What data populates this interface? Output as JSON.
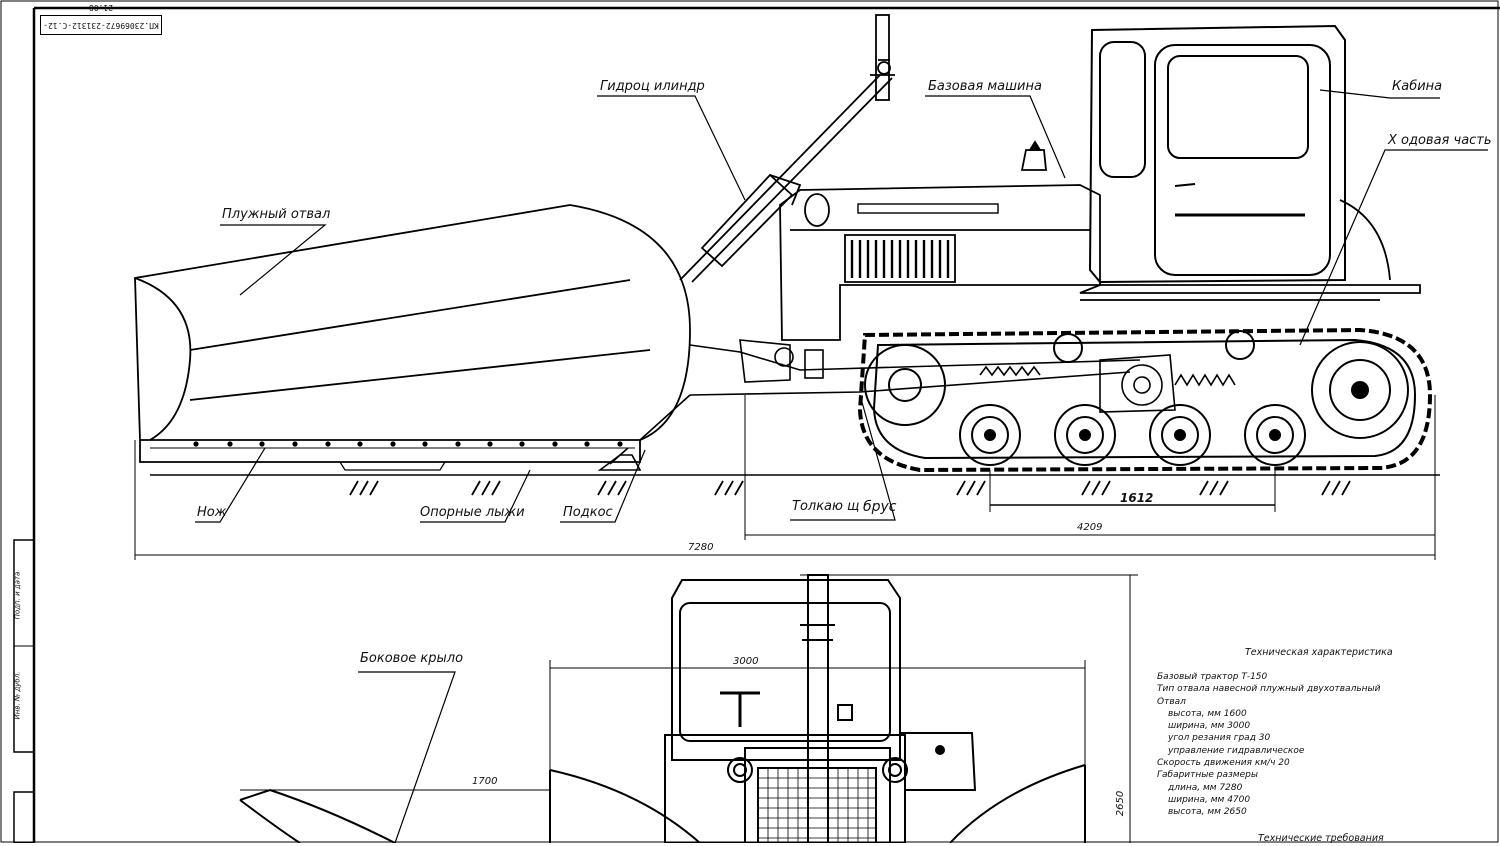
{
  "doc_code": "КП.23069672-231312-С.12-21.08",
  "callouts": {
    "hydrocylinder": "Гидроц илиндр",
    "base_machine": "Базовая машина",
    "cabin": "Кабина",
    "running_gear": "Х одовая часть",
    "plow_blade": "Плужный отвал",
    "knife": "Нож",
    "support_skis": "Опорные лыжи",
    "brace": "Подкос",
    "push_beam_a": "Толкаю щ",
    "push_beam_b": "брус",
    "side_wing": "Боковое крыло"
  },
  "dimensions": {
    "overall_length": "7280",
    "machine_length": "4209",
    "track_base": "1612",
    "width_front": "3000",
    "wing_offset": "1700",
    "height": "2650"
  },
  "specs": {
    "title": "Техническая характеристика",
    "lines": [
      {
        "text": "Базовый трактор   Т-150",
        "indent": false
      },
      {
        "text": "Тип отвала   навесной плужный двухотвальный",
        "indent": false
      },
      {
        "text": "Отвал",
        "indent": false
      },
      {
        "text": "высота, мм   1600",
        "indent": true
      },
      {
        "text": "ширина, мм   3000",
        "indent": true
      },
      {
        "text": "угол резания  град   30",
        "indent": true
      },
      {
        "text": "управление   гидравлическое",
        "indent": true
      },
      {
        "text": "Скорость движения  км/ч   20",
        "indent": false
      },
      {
        "text": "Габаритные размеры",
        "indent": false
      },
      {
        "text": "длина, мм   7280",
        "indent": true
      },
      {
        "text": "ширина, мм   4700",
        "indent": true
      },
      {
        "text": "высота, мм   2650",
        "indent": true
      }
    ],
    "requirements_title": "Технические требования"
  },
  "stamp_labels": [
    "Подп. и дата",
    "Инв. № дубл."
  ]
}
